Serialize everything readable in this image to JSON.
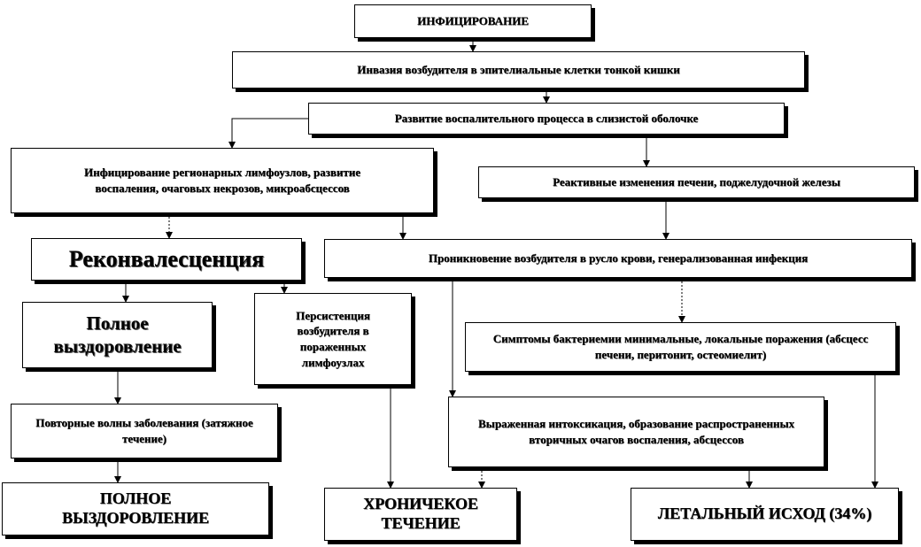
{
  "diagram": {
    "nodes": {
      "infection": "ИНФИЦИРОВАНИЕ",
      "invasion": "Инвазия возбудителя в эпителиальные клетки тонкой кишки",
      "inflammation": "Развитие воспалительного процесса в слизистой оболочке",
      "lymph_nodes": "Инфицирование регионарных лимфоузлов, развитие воспаления, очаговых некрозов, микроабсцессов",
      "reactive_changes": "Реактивные изменения печени, поджелудочной железы",
      "reconvalescence": "Реконвалесценция",
      "bloodstream": "Проникновение возбудителя в русло крови, генерализованная инфекция",
      "full_recovery_1": "Полное выздоровление",
      "persistence": "Персистенция возбудителя в пораженных лимфоузлах",
      "minimal_symptoms": "Симптомы бактериемии минимальные, локальные поражения (абсцесс печени, перитонит, остеомиелит)",
      "relapse_waves": "Повторные волны заболевания (затяжное течение)",
      "intoxication": "Выраженная интоксикация, образование распространенных вторичных очагов воспаления, абсцессов",
      "full_recovery_2": "ПОЛНОЕ ВЫЗДОРОВЛЕНИЕ",
      "chronic_course": "ХРОНИЧЕКОЕ ТЕЧЕНИЕ",
      "lethal_outcome": "ЛЕТАЛЬНЫЙ ИСХОД (34%)"
    },
    "edges": [
      {
        "from": "infection",
        "to": "invasion",
        "style": "solid"
      },
      {
        "from": "invasion",
        "to": "inflammation",
        "style": "solid"
      },
      {
        "from": "inflammation",
        "to": "lymph_nodes",
        "style": "solid"
      },
      {
        "from": "inflammation",
        "to": "reactive_changes",
        "style": "solid"
      },
      {
        "from": "lymph_nodes",
        "to": "reconvalescence",
        "style": "dashed"
      },
      {
        "from": "lymph_nodes",
        "to": "bloodstream",
        "style": "solid"
      },
      {
        "from": "reactive_changes",
        "to": "bloodstream",
        "style": "solid"
      },
      {
        "from": "reconvalescence",
        "to": "full_recovery_1",
        "style": "solid"
      },
      {
        "from": "reconvalescence",
        "to": "persistence",
        "style": "solid"
      },
      {
        "from": "full_recovery_1",
        "to": "relapse_waves",
        "style": "solid"
      },
      {
        "from": "relapse_waves",
        "to": "full_recovery_2",
        "style": "solid"
      },
      {
        "from": "persistence",
        "to": "chronic_course",
        "style": "solid"
      },
      {
        "from": "bloodstream",
        "to": "minimal_symptoms",
        "style": "dashed"
      },
      {
        "from": "bloodstream",
        "to": "intoxication",
        "style": "solid"
      },
      {
        "from": "intoxication",
        "to": "chronic_course",
        "style": "dashed"
      },
      {
        "from": "intoxication",
        "to": "lethal_outcome",
        "style": "solid"
      },
      {
        "from": "minimal_symptoms",
        "to": "lethal_outcome",
        "style": "solid"
      }
    ]
  }
}
